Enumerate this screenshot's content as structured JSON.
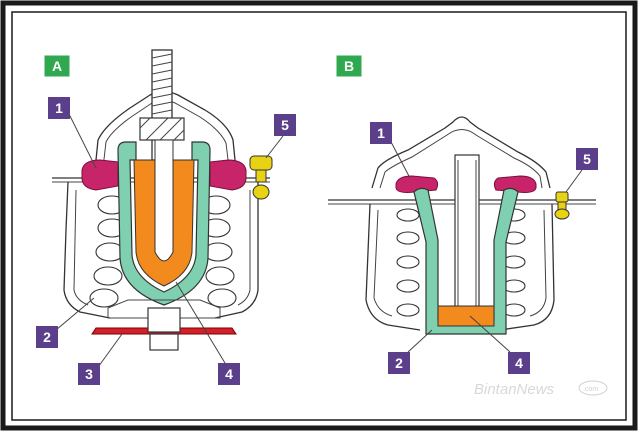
{
  "panels": {
    "a": {
      "label": "A"
    },
    "b": {
      "label": "B"
    }
  },
  "callouts": {
    "a1": "1",
    "a2": "2",
    "a3": "3",
    "a4": "4",
    "a5": "5",
    "b1": "1",
    "b2": "2",
    "b4": "4",
    "b5": "5"
  },
  "watermark": {
    "text": "BintanNews",
    "suffix": ".com"
  },
  "colors": {
    "panel_tag": "#2fa84f",
    "callout_tag": "#5b3f8a",
    "seal": "#c8246a",
    "wax": "#f28a1e",
    "sleeve": "#7fd0b0",
    "bottom_plate": "#d21f2a",
    "valve": "#e8d214",
    "border": "#1a1a1a"
  }
}
